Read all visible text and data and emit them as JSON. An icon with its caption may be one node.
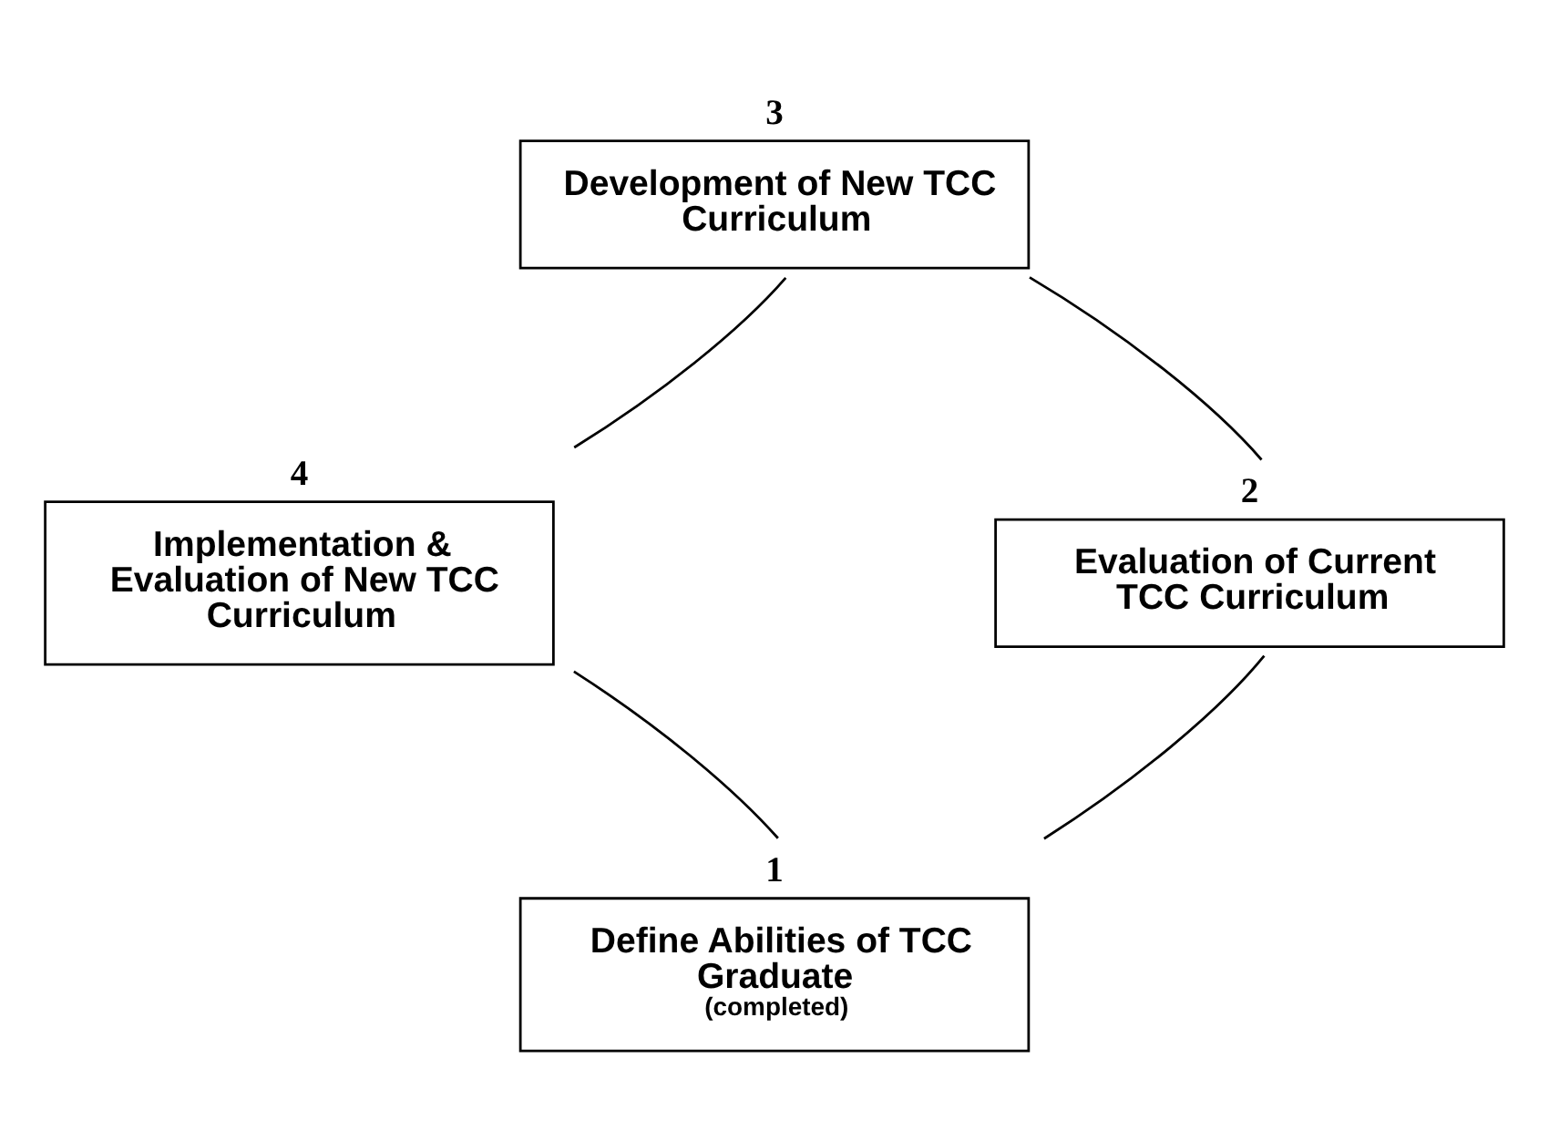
{
  "diagram": {
    "nodes": [
      {
        "text": [
          "3",
          "Development of New TCC Curriculum"
        ]
      },
      {
        "text": [
          "4",
          "Implementation & Evaluation of New TCC Curriculum"
        ]
      },
      {
        "text": [
          "2",
          "Evaluation of Current TCC Curriculum"
        ]
      },
      {
        "text": [
          "1",
          "Define Abilities of TCC Graduate",
          "(completed)"
        ]
      }
    ],
    "edges": [
      {
        "from": 3,
        "to": 2,
        "arrow": "none"
      },
      {
        "from": 2,
        "to": 0,
        "arrow": "none"
      },
      {
        "from": 0,
        "to": 1,
        "arrow": "none"
      },
      {
        "from": 1,
        "to": 3,
        "arrow": "none"
      }
    ]
  }
}
